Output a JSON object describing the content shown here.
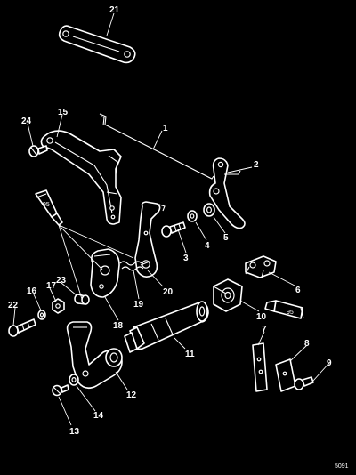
{
  "labels": {
    "n1": "1",
    "n2": "2",
    "n3": "3",
    "n4": "4",
    "n5": "5",
    "n6": "6",
    "n7": "7",
    "n8": "8",
    "n9": "9",
    "n10": "10",
    "n11": "11",
    "n12": "12",
    "n13": "13",
    "n14": "14",
    "n15": "15",
    "n16": "16",
    "n17": "17",
    "n18": "18",
    "n19": "19",
    "n20": "20",
    "n21": "21",
    "n22": "22",
    "n23": "23",
    "n24": "24"
  },
  "tube_marks": {
    "left": "95",
    "right": "95"
  },
  "figure_ref": "5091"
}
